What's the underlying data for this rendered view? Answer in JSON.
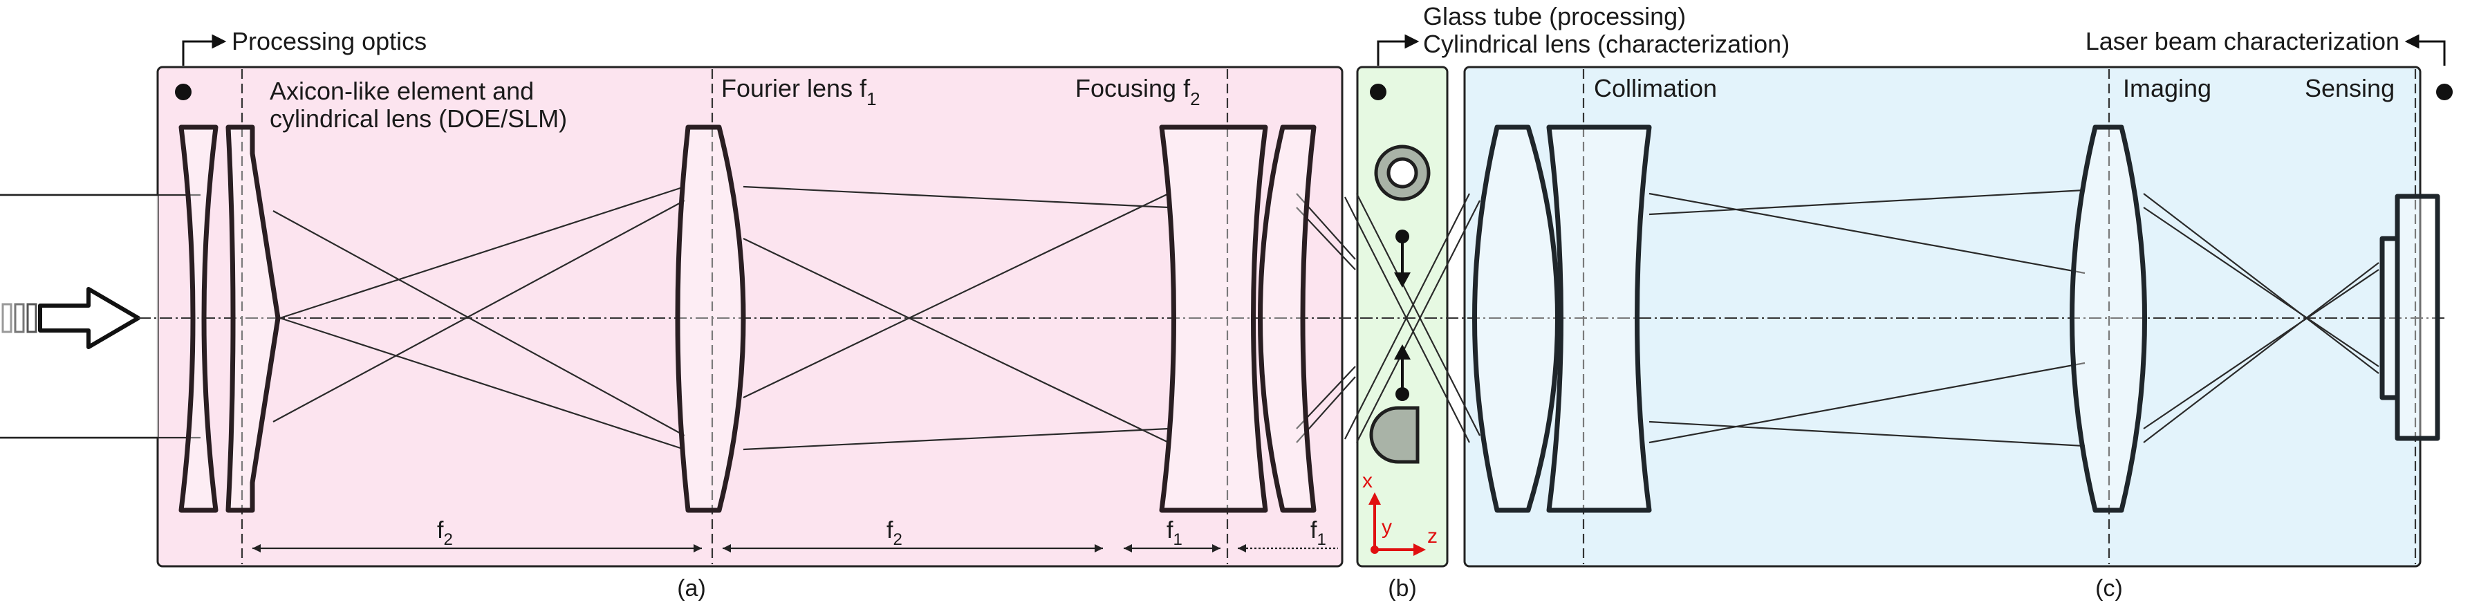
{
  "header": {
    "processing_optics": "Processing optics",
    "glass_tube": "Glass tube (processing)",
    "cylindrical_lens": "Cylindrical lens (characterization)",
    "laser_beam_characterization": "Laser beam characterization"
  },
  "panel_a": {
    "axicon_line1": "Axicon-like element and",
    "axicon_line2": "cylindrical lens (DOE/SLM)",
    "fourier_lens": "Fourier lens f",
    "fourier_sub": "1",
    "focusing": "Focusing f",
    "focusing_sub": "2",
    "caption": "(a)",
    "color": "#fce4ef"
  },
  "panel_b": {
    "caption": "(b)",
    "axis_x": "x",
    "axis_y": "y",
    "axis_z": "z",
    "color": "#e6f9e2"
  },
  "panel_c": {
    "collimation": "Collimation",
    "imaging": "Imaging",
    "sensing": "Sensing",
    "caption": "(c)",
    "color": "#e3f3fb"
  },
  "dimensions": {
    "f": "f",
    "sub1": "1",
    "sub2": "2"
  }
}
